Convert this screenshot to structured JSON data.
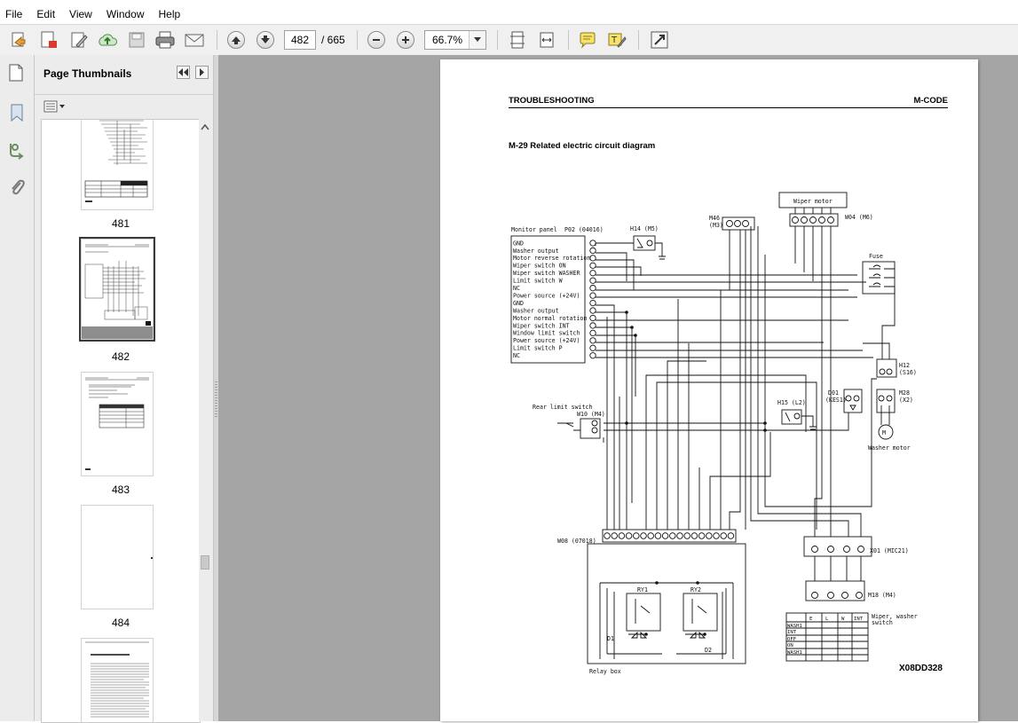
{
  "menu": [
    "File",
    "Edit",
    "View",
    "Window",
    "Help"
  ],
  "toolbar": {
    "current_page": "482",
    "total_pages": "/ 665",
    "zoom": "66.7%"
  },
  "sidebar": {
    "title": "Page Thumbnails",
    "thumbnails": [
      {
        "label": "481"
      },
      {
        "label": "482",
        "selected": true
      },
      {
        "label": "483"
      },
      {
        "label": "484"
      }
    ]
  },
  "document": {
    "header_left": "TROUBLESHOOTING",
    "header_right": "M-CODE",
    "section_heading": "M-29  Related electric circuit diagram",
    "figure_code": "X08DD328",
    "diagram": {
      "monitor_panel_title": "Monitor panel",
      "monitor_panel_connector": "P02 (04016)",
      "monitor_pins": [
        "GND",
        "Washer output",
        "Motor reverse rotation",
        "Wiper switch ON",
        "Wiper switch WASHER",
        "Limit switch W",
        "NC",
        "Power source (+24V)",
        "GND",
        "Washer output",
        "Motor normal rotation",
        "Wiper switch INT",
        "Window limit switch",
        "Power source (+24V)",
        "Limit switch P",
        "NC"
      ],
      "labels": {
        "h14": "H14 (M5)",
        "m46": "M46",
        "m46b": "(M3)",
        "wiper_motor": "Wiper motor",
        "w04": "W04 (M6)",
        "fuse": "Fuse",
        "h12": "H12",
        "h12b": "(S16)",
        "d01": "D01",
        "d01b": "(KES1)",
        "m28": "M28",
        "m28b": "(X2)",
        "h15": "H15 (L2)",
        "rear_limit": "Rear limit switch",
        "w10": "W10 (M4)",
        "washer_motor": "Washer motor",
        "w08": "W08 (07018)",
        "x01": "X01 (MIC21)",
        "m18": "M18 (M4)",
        "wiper_washer_switch": "Wiper, washer",
        "wiper_washer_switch_b": "switch",
        "relay_box": "Relay box",
        "ry1": "RY1",
        "ry2": "RY2",
        "d1": "D1",
        "d2": "D2",
        "motor_symbol": "M"
      },
      "switch_table": {
        "columns": [
          "E",
          "L",
          "W",
          "INT"
        ],
        "rows": [
          "WASH1",
          "INT",
          "OFF",
          "ON",
          "WASH1"
        ]
      }
    }
  }
}
